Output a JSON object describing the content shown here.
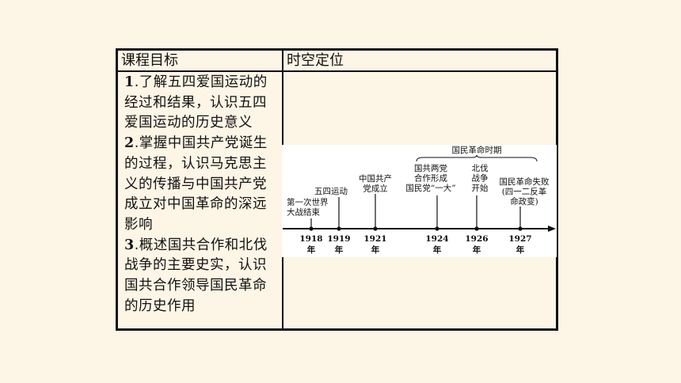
{
  "table": {
    "header_left": "课程目标",
    "header_right": "时空定位"
  },
  "goals": [
    {
      "num": "1",
      "text": ".了解五四爱国运动的经过和结果，认识五四爱国运动的历史意义"
    },
    {
      "num": "2",
      "text": ".掌握中国共产党诞生的过程，认识马克思主义的传播与中国共产党成立对中国革命的深远影响"
    },
    {
      "num": "3",
      "text": ".概述国共合作和北伐战争的主要史实，认识国共合作领导国民革命的历史作用"
    }
  ],
  "timeline": {
    "period_label": "国民革命时期",
    "events": [
      {
        "year": "1918",
        "unit": "年",
        "lines": [
          "第一次世界",
          "大战结束"
        ]
      },
      {
        "year": "1919",
        "unit": "年",
        "lines": [
          "五四运动"
        ]
      },
      {
        "year": "1921",
        "unit": "年",
        "lines": [
          "中国共产",
          "党成立"
        ]
      },
      {
        "year": "1924",
        "unit": "年",
        "lines": [
          "国共两党",
          "合作形成",
          "国民党“一大”"
        ]
      },
      {
        "year": "1926",
        "unit": "年",
        "lines": [
          "北伐",
          "战争",
          "开始"
        ]
      },
      {
        "year": "1927",
        "unit": "年",
        "lines": [
          "国民革命失败",
          "(四一二反革",
          "命政变)"
        ]
      }
    ]
  }
}
